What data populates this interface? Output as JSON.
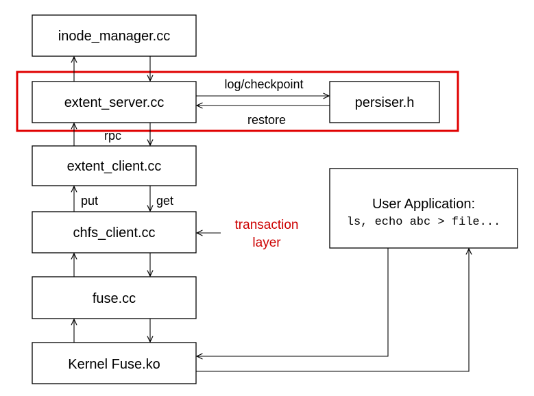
{
  "nodes": {
    "inode_manager": "inode_manager.cc",
    "extent_server": "extent_server.cc",
    "persiser": "persiser.h",
    "extent_client": "extent_client.cc",
    "chfs_client": "chfs_client.cc",
    "fuse": "fuse.cc",
    "kernel_fuse": "Kernel Fuse.ko",
    "user_app_title": "User Application:",
    "user_app_cmd": "ls, echo abc > file..."
  },
  "edge_labels": {
    "log_checkpoint": "log/checkpoint",
    "restore": "restore",
    "rpc": "rpc",
    "put": "put",
    "get": "get"
  },
  "annotation": {
    "line1": "transaction",
    "line2": "layer"
  },
  "colors": {
    "highlight": "#e00000",
    "annotation": "#cc0000"
  }
}
